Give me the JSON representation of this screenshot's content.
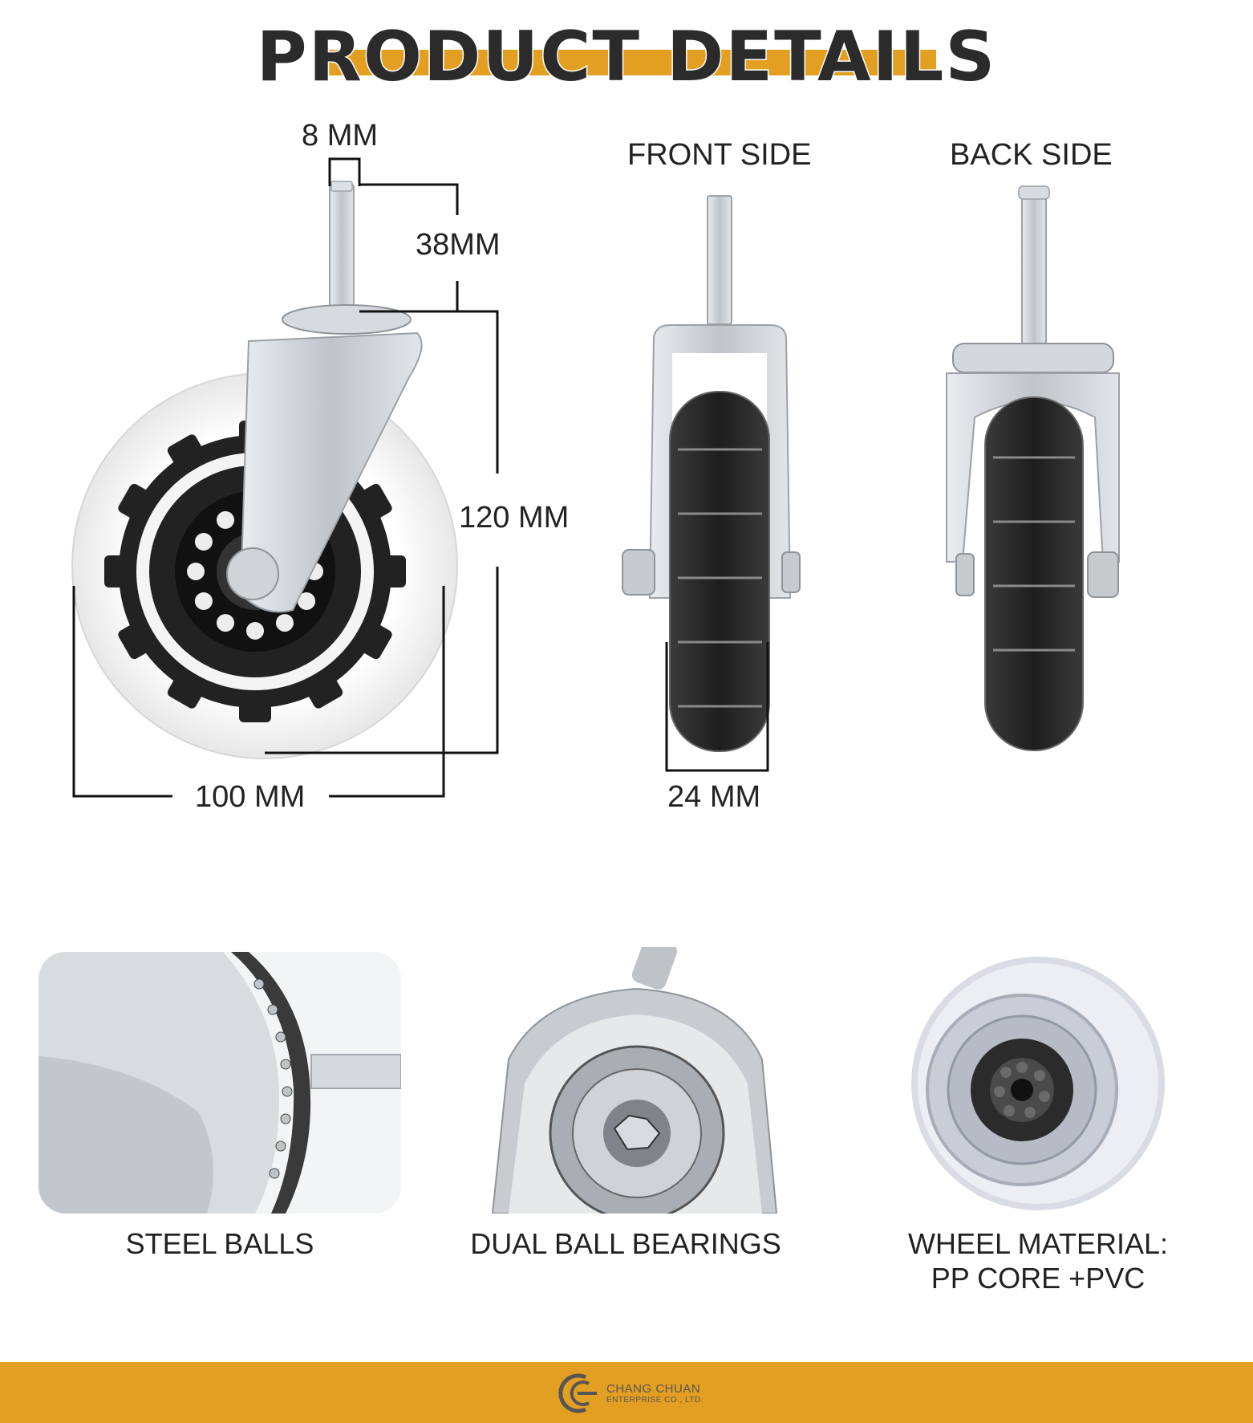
{
  "colors": {
    "accent": "#E39F22",
    "dim_line": "#111111",
    "metal": "#C9CDD3",
    "wheel_dark": "#2B2B2B",
    "wheel_clear": "#F2F2F2"
  },
  "header": {
    "title": "PRODUCT DETAILS"
  },
  "dimensions": {
    "stem_diameter": "8 MM",
    "stem_length": "38MM",
    "height": "120 MM",
    "wheel_diameter": "100 MM",
    "wheel_width": "24 MM"
  },
  "views": {
    "front": "FRONT SIDE",
    "back": "BACK SIDE"
  },
  "features": [
    {
      "caption": "STEEL BALLS"
    },
    {
      "caption": "DUAL BALL BEARINGS"
    },
    {
      "caption_line1": "WHEEL MATERIAL:",
      "caption_line2": "PP CORE +PVC"
    }
  ],
  "footer": {
    "company_name": "CHANG CHUAN",
    "company_sub": "ENTERPRISE CO., LTD.",
    "logo_icon": "cce-logo-icon"
  }
}
